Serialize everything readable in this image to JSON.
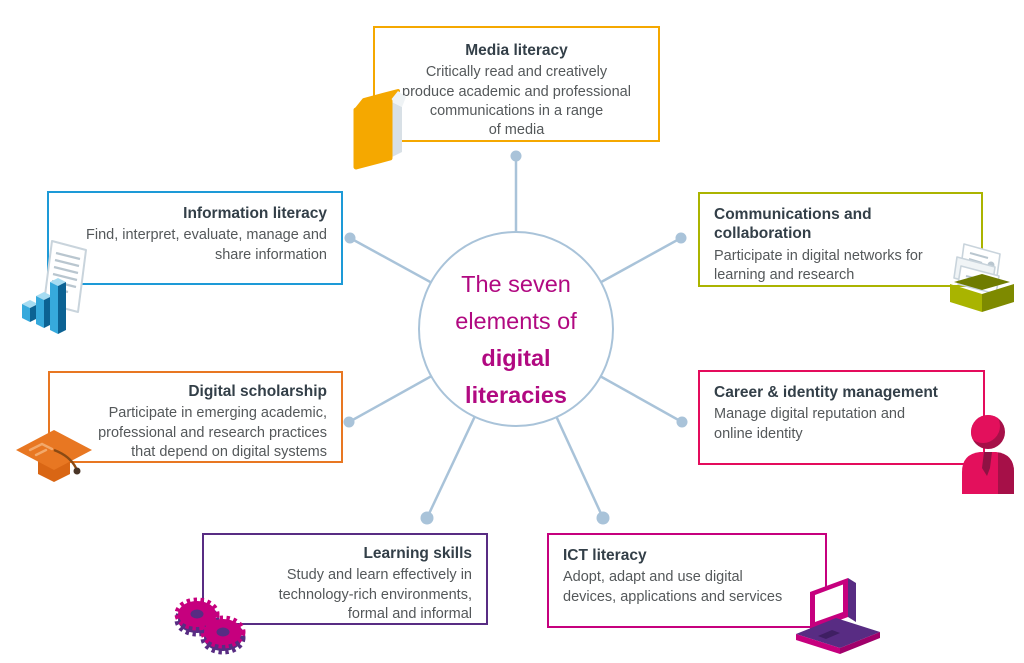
{
  "diagram_title": "The seven elements of digital literacies",
  "center": {
    "top_lines": "The seven\nelements of",
    "bottom_lines": "digital\nliteracies",
    "text_color": "#B10981",
    "ring_color": "#A9C3D9"
  },
  "connector": {
    "color": "#A9C3D9"
  },
  "elements": [
    {
      "id": "media-literacy",
      "title": "Media literacy",
      "description": "Critically read and creatively\nproduce academic and professional\ncommunications in a range\nof media",
      "color": "#F5A800",
      "icon": "book-icon"
    },
    {
      "id": "information-literacy",
      "title": "Information literacy",
      "description": "Find, interpret, evaluate, manage and\nshare information",
      "color": "#1D9AD7",
      "icon": "document-chart-icon"
    },
    {
      "id": "communications-and-collaboration",
      "title": "Communications and collaboration",
      "description": "Participate in digital networks for\nlearning and research",
      "color": "#ABB400",
      "icon": "card-tray-icon"
    },
    {
      "id": "digital-scholarship",
      "title": "Digital scholarship",
      "description": "Participate in emerging academic,\nprofessional and research practices\nthat depend on digital systems",
      "color": "#E87722",
      "icon": "mortarboard-icon"
    },
    {
      "id": "career-identity-management",
      "title": "Career & identity management",
      "description": "Manage digital reputation and\nonline identity",
      "color": "#E40C5C",
      "icon": "person-icon"
    },
    {
      "id": "learning-skills",
      "title": "Learning skills",
      "description": "Study and learn effectively in\ntechnology-rich environments,\nformal and informal",
      "color": "#582C83",
      "icon": "gears-icon"
    },
    {
      "id": "ict-literacy",
      "title": "ICT literacy",
      "description": "Adopt, adapt and use digital\ndevices, applications and services",
      "color": "#C6007E",
      "icon": "laptop-icon"
    }
  ]
}
